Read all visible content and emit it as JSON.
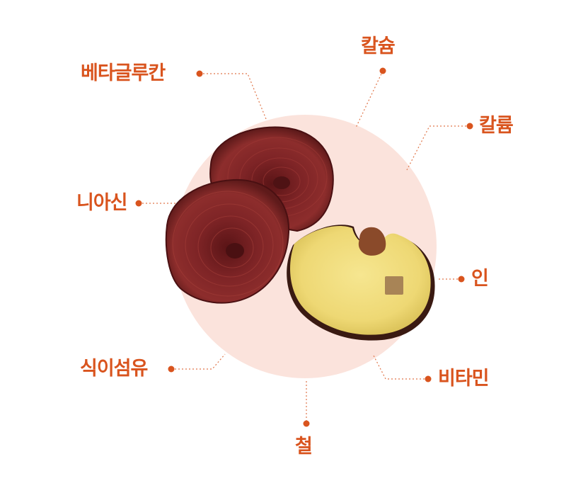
{
  "colors": {
    "accent": "#d9541e",
    "circle": "#fbe3dc",
    "cap_dark": "#6e1a1c",
    "cap_mid": "#8f2a2b",
    "underside": "#f2e07e"
  },
  "nutrients": {
    "beta_glucan": "베타글루칸",
    "calcium": "칼슘",
    "potassium": "칼륨",
    "niacin": "니아신",
    "phosphorus": "인",
    "dietary_fiber": "식이섬유",
    "vitamin": "비타민",
    "iron": "철"
  }
}
